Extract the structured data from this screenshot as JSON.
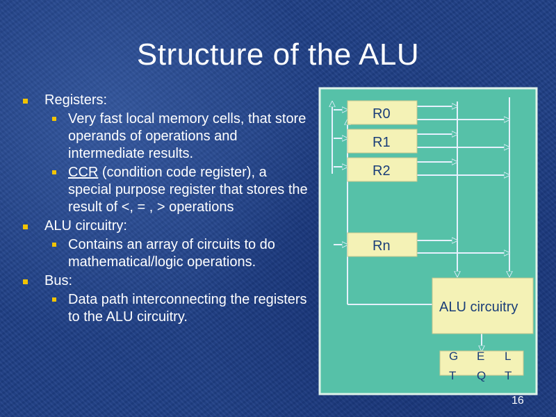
{
  "slide": {
    "title": "Structure of the ALU",
    "page_number": "16",
    "bullets": {
      "registers": {
        "label": "Registers:",
        "sub1": "Very fast local memory cells, that store operands of operations and intermediate results.",
        "sub2_link": "CCR",
        "sub2_rest": " (condition code register), a special purpose register that stores the result of <, = , > operations"
      },
      "alu": {
        "label": "ALU circuitry:",
        "sub1": "Contains an array of circuits to do mathematical/logic operations."
      },
      "bus": {
        "label": "Bus:",
        "sub1": "Data path interconnecting the registers to the ALU circuitry."
      }
    }
  },
  "diagram": {
    "registers": [
      "R0",
      "R1",
      "R2",
      "Rn"
    ],
    "alu_label": "ALU circuitry",
    "flags": [
      {
        "top": "G",
        "bottom": "T"
      },
      {
        "top": "E",
        "bottom": "Q"
      },
      {
        "top": "L",
        "bottom": "T"
      }
    ],
    "colors": {
      "panel": "#56c1a8",
      "panel_border": "#dff3ea",
      "box": "#f4f2b6",
      "line": "#e6f1ff",
      "text": "#1a3d78",
      "bullet": "#f2c400"
    }
  }
}
